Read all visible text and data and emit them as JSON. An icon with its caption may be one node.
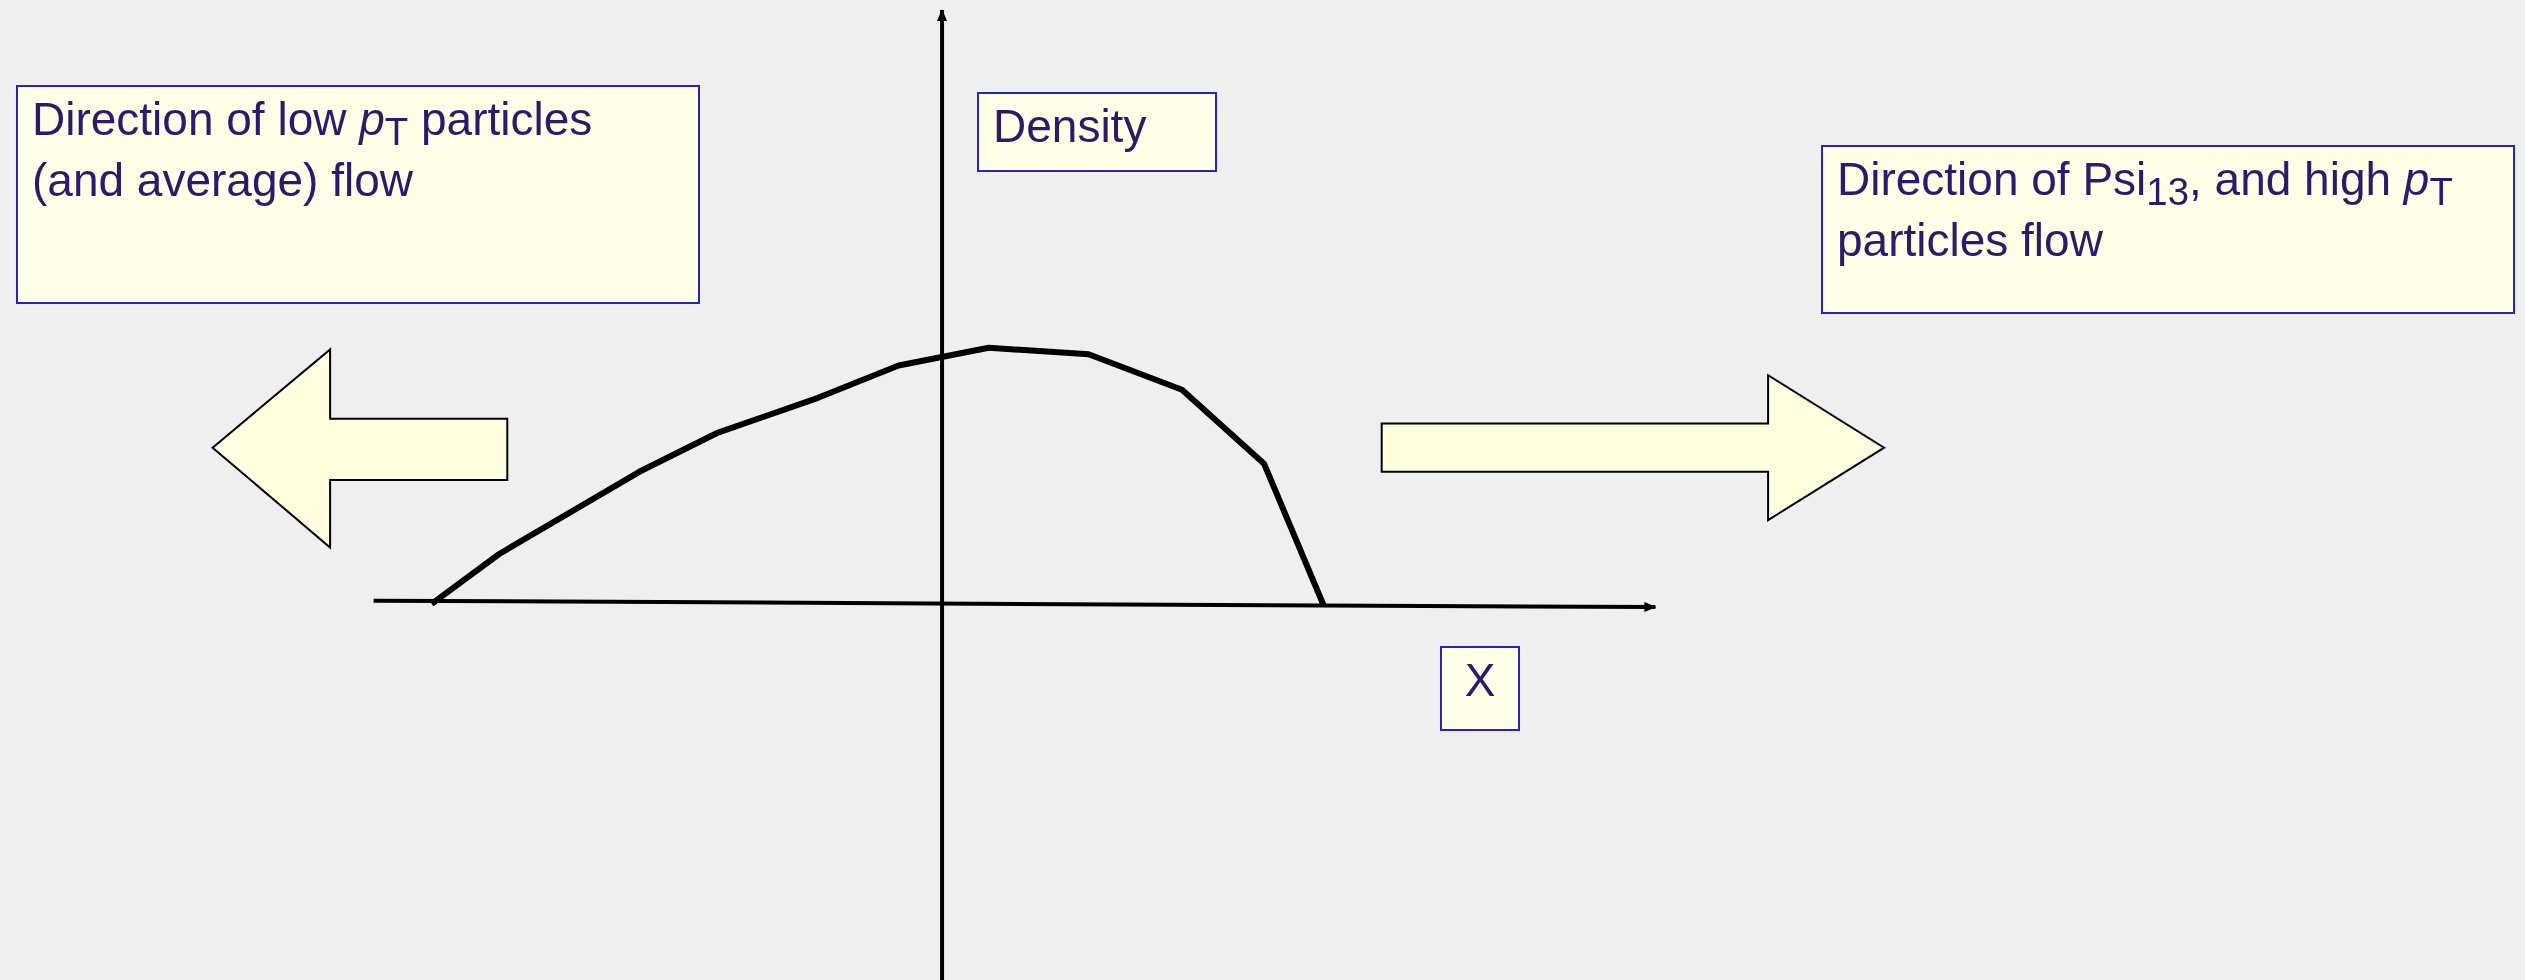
{
  "diagram": {
    "nodes": [
      {
        "text": [
          "Direction of low *p*$_{T}$ particles (and average) flow"
        ]
      },
      {
        "text": [
          "Density"
        ]
      },
      {
        "text": [
          "Direction of Psi$_{13}$, and high *p*$_{T}$ particles flow"
        ]
      },
      {
        "text": [
          "X"
        ]
      }
    ]
  }
}
